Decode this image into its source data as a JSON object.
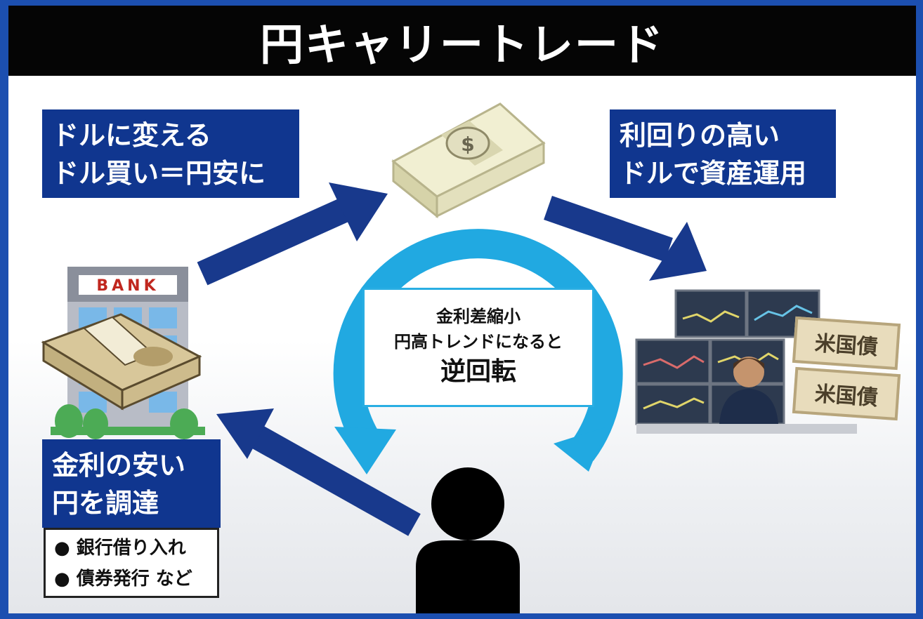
{
  "title": "円キャリートレード",
  "top_left_box": {
    "line1": "ドルに変える",
    "line2": "ドル買い＝円安に"
  },
  "top_right_box": {
    "line1": "利回りの高い",
    "line2": "ドルで資産運用"
  },
  "bottom_left_box": {
    "line1": "金利の安い",
    "line2": "円を調達"
  },
  "note_box": {
    "line1": "● 銀行借り入れ",
    "line2": "● 債券発行 など"
  },
  "center_box": {
    "line1": "金利差縮小",
    "line2": "円高トレンドになると",
    "line3": "逆回転"
  },
  "bank_sign": "BANK",
  "bond_label_1": "米国債",
  "bond_label_2": "米国債",
  "money_symbol": "$",
  "colors": {
    "title_bg": "#050505",
    "label_box": "#10368f",
    "arrow": "#18398c",
    "cycle_arrow": "#21a9e1",
    "frame_border": "#1c4fb0"
  }
}
